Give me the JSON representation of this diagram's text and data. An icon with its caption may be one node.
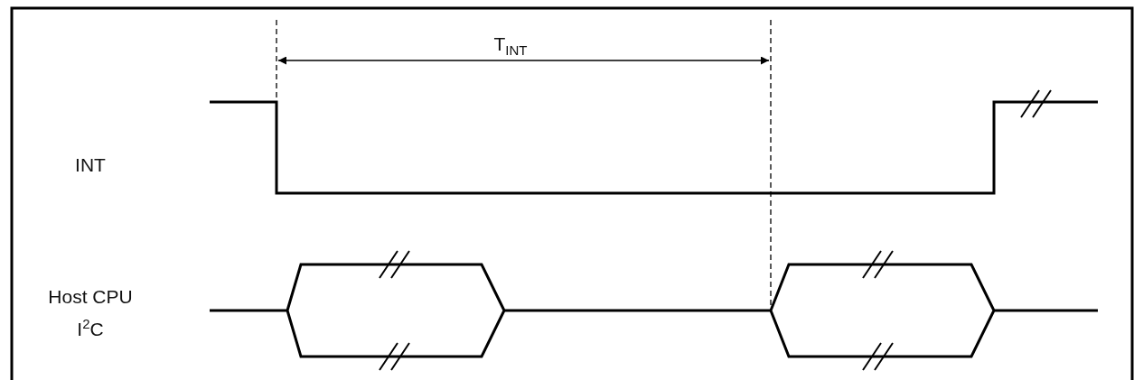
{
  "diagram": {
    "labels": [
      "T$_{INT}$",
      "INT",
      "Host CPU I$^{2}$C"
    ]
  }
}
